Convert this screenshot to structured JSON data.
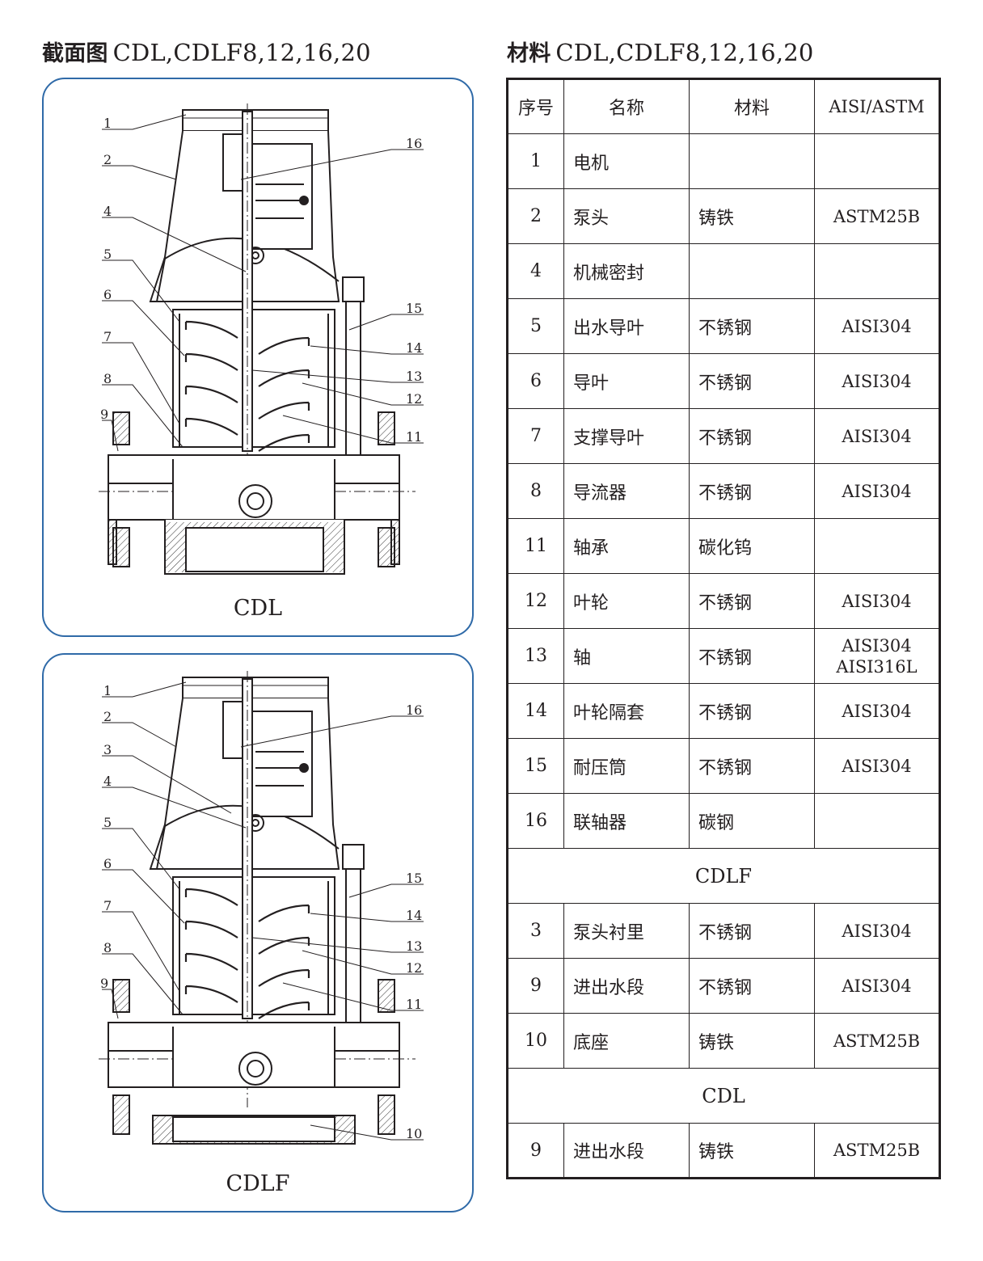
{
  "left_title": {
    "bold": "截面图",
    "rest": "CDL,CDLF8,12,16,20"
  },
  "right_title": {
    "bold": "材料",
    "rest": "CDL,CDLF8,12,16,20"
  },
  "diagrams": {
    "top": {
      "caption": "CDL",
      "left_labels": [
        "1",
        "2",
        "4",
        "5",
        "6",
        "7",
        "8",
        "9"
      ],
      "right_labels": [
        "16",
        "15",
        "14",
        "13",
        "12",
        "11"
      ]
    },
    "bottom": {
      "caption": "CDLF",
      "left_labels": [
        "1",
        "2",
        "3",
        "4",
        "5",
        "6",
        "7",
        "8",
        "9"
      ],
      "right_labels": [
        "16",
        "15",
        "14",
        "13",
        "12",
        "11",
        "10"
      ]
    }
  },
  "table": {
    "headers": [
      "序号",
      "名称",
      "材料",
      "AISI/ASTM"
    ],
    "rows": [
      {
        "no": "1",
        "name": "电机",
        "material": "",
        "aisi": []
      },
      {
        "no": "2",
        "name": "泵头",
        "material": "铸铁",
        "aisi": [
          "ASTM25B"
        ]
      },
      {
        "no": "4",
        "name": "机械密封",
        "material": "",
        "aisi": []
      },
      {
        "no": "5",
        "name": "出水导叶",
        "material": "不锈钢",
        "aisi": [
          "AISI304"
        ]
      },
      {
        "no": "6",
        "name": "导叶",
        "material": "不锈钢",
        "aisi": [
          "AISI304"
        ]
      },
      {
        "no": "7",
        "name": "支撑导叶",
        "material": "不锈钢",
        "aisi": [
          "AISI304"
        ]
      },
      {
        "no": "8",
        "name": "导流器",
        "material": "不锈钢",
        "aisi": [
          "AISI304"
        ]
      },
      {
        "no": "11",
        "name": "轴承",
        "material": "碳化钨",
        "aisi": []
      },
      {
        "no": "12",
        "name": "叶轮",
        "material": "不锈钢",
        "aisi": [
          "AISI304"
        ]
      },
      {
        "no": "13",
        "name": "轴",
        "material": "不锈钢",
        "aisi": [
          "AISI304",
          "AISI316L"
        ]
      },
      {
        "no": "14",
        "name": "叶轮隔套",
        "material": "不锈钢",
        "aisi": [
          "AISI304"
        ]
      },
      {
        "no": "15",
        "name": "耐压筒",
        "material": "不锈钢",
        "aisi": [
          "AISI304"
        ]
      },
      {
        "no": "16",
        "name": "联轴器",
        "material": "碳钢",
        "aisi": []
      }
    ],
    "section_cdlf": "CDLF",
    "rows_cdlf": [
      {
        "no": "3",
        "name": "泵头衬里",
        "material": "不锈钢",
        "aisi": [
          "AISI304"
        ]
      },
      {
        "no": "9",
        "name": "进出水段",
        "material": "不锈钢",
        "aisi": [
          "AISI304"
        ]
      },
      {
        "no": "10",
        "name": "底座",
        "material": "铸铁",
        "aisi": [
          "ASTM25B"
        ]
      }
    ],
    "section_cdl": "CDL",
    "rows_cdl": [
      {
        "no": "9",
        "name": "进出水段",
        "material": "铸铁",
        "aisi": [
          "ASTM25B"
        ]
      }
    ]
  }
}
